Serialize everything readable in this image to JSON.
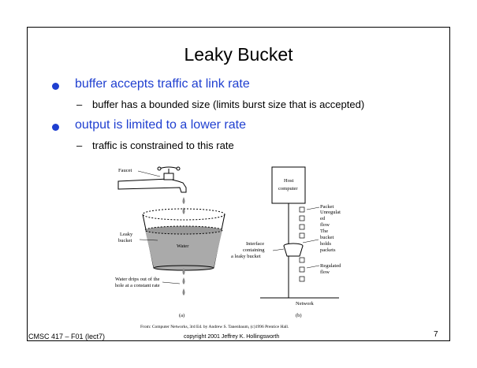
{
  "slide": {
    "title": "Leaky Bucket",
    "bullets": [
      {
        "text": "buffer accepts traffic at link rate",
        "sub": "buffer has a bounded size (limits burst size that is accepted)"
      },
      {
        "text": "output is limited to a lower rate",
        "sub": "traffic is constrained to this rate"
      }
    ],
    "sub_dash": "–",
    "bullet_color": "#1f3fd0"
  },
  "figure": {
    "a": {
      "faucet": "Faucet",
      "leaky_bucket_1": "Leaky",
      "leaky_bucket_2": "bucket",
      "water": "Water",
      "drips_1": "Water drips out of the",
      "drips_2": "hole at a constant rate",
      "caption": "(a)"
    },
    "b": {
      "host_1": "Host",
      "host_2": "computer",
      "packet_1": "Packet",
      "packet_2": "Unregulat",
      "packet_3": "ed",
      "packet_4": "flow",
      "bucket_1": "The",
      "bucket_2": "bucket",
      "bucket_3": "holds",
      "bucket_4": "packets",
      "interface_1": "Interface",
      "interface_2": "containing",
      "interface_3": "a leaky bucket",
      "regulated_1": "Regulated",
      "regulated_2": "flow",
      "network": "Network",
      "caption": "(b)"
    },
    "credit": "From: Computer Networks, 3rd Ed. by Andrew S. Tanenbaum, (c)1996 Prentice Hall."
  },
  "footer": {
    "course": "CMSC 417 – F01  (lect7)",
    "copyright": "copyright 2001 Jeffrey K. Hollingsworth",
    "page": "7"
  }
}
